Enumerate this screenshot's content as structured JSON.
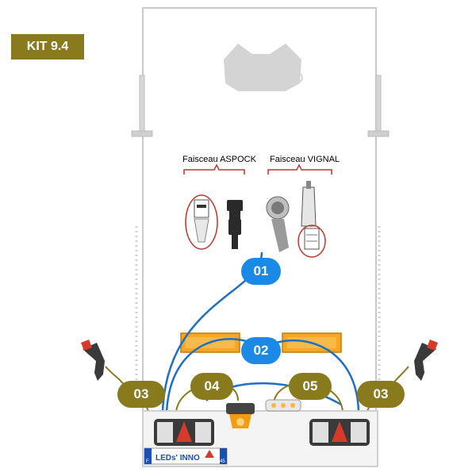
{
  "kit_label": "KIT 9.4",
  "connectors": {
    "aspock": "Faisceau ASPOCK",
    "vignal": "Faisceau VIGNAL"
  },
  "callouts": {
    "c01": "01",
    "c02": "02",
    "c03_left": "03",
    "c03_right": "03",
    "c04": "04",
    "c05": "05"
  },
  "plate": {
    "brand": "LEDs' INNO",
    "left_tag": "F",
    "right_tag": "45"
  },
  "colors": {
    "olive": "#8a7a1e",
    "blue": "#1a8ae6",
    "cable_blue": "#1f6fc2",
    "cable_olive": "#8a7a1e",
    "reflector": "#f5a623"
  }
}
